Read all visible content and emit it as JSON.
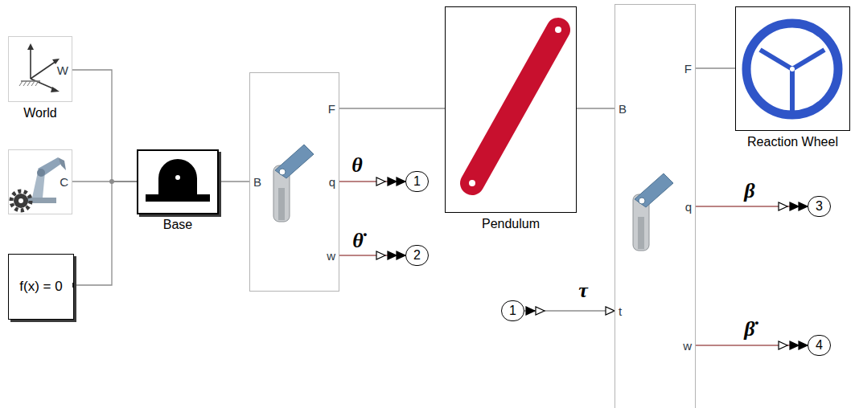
{
  "diagram": {
    "nodes": [
      {
        "text": [
          "W",
          "World"
        ]
      },
      {
        "text": [
          "C"
        ]
      },
      {
        "text": [
          "f(x) = 0"
        ]
      },
      {
        "text": [
          "Base"
        ]
      },
      {
        "text": [
          "B",
          "F",
          "q",
          "w"
        ]
      },
      {
        "text": [
          "Pendulum"
        ]
      },
      {
        "text": [
          "B",
          "F",
          "q",
          "w",
          "t"
        ]
      },
      {
        "text": [
          "Reaction Wheel"
        ]
      },
      {
        "text": [
          "1"
        ]
      },
      {
        "text": [
          "2"
        ]
      },
      {
        "text": [
          "3"
        ]
      },
      {
        "text": [
          "4"
        ]
      },
      {
        "text": [
          "1"
        ]
      }
    ],
    "edges": [
      {
        "from": 0,
        "to": 3,
        "arrow": "none"
      },
      {
        "from": 1,
        "to": 3,
        "arrow": "none"
      },
      {
        "from": 2,
        "to": 3,
        "arrow": "none"
      },
      {
        "from": 3,
        "to": 4,
        "arrow": "none"
      },
      {
        "from": 4,
        "to": 5,
        "arrow": "none"
      },
      {
        "from": 5,
        "to": 6,
        "arrow": "none"
      },
      {
        "from": 6,
        "to": 7,
        "arrow": "none"
      },
      {
        "from": 4,
        "to": 8,
        "arrow": "to",
        "label": "θ"
      },
      {
        "from": 4,
        "to": 9,
        "arrow": "to",
        "label": "θ̇"
      },
      {
        "from": 6,
        "to": 10,
        "arrow": "to",
        "label": "β"
      },
      {
        "from": 6,
        "to": 11,
        "arrow": "to",
        "label": "β̇"
      },
      {
        "from": 12,
        "to": 6,
        "arrow": "to",
        "label": "τ"
      }
    ]
  }
}
